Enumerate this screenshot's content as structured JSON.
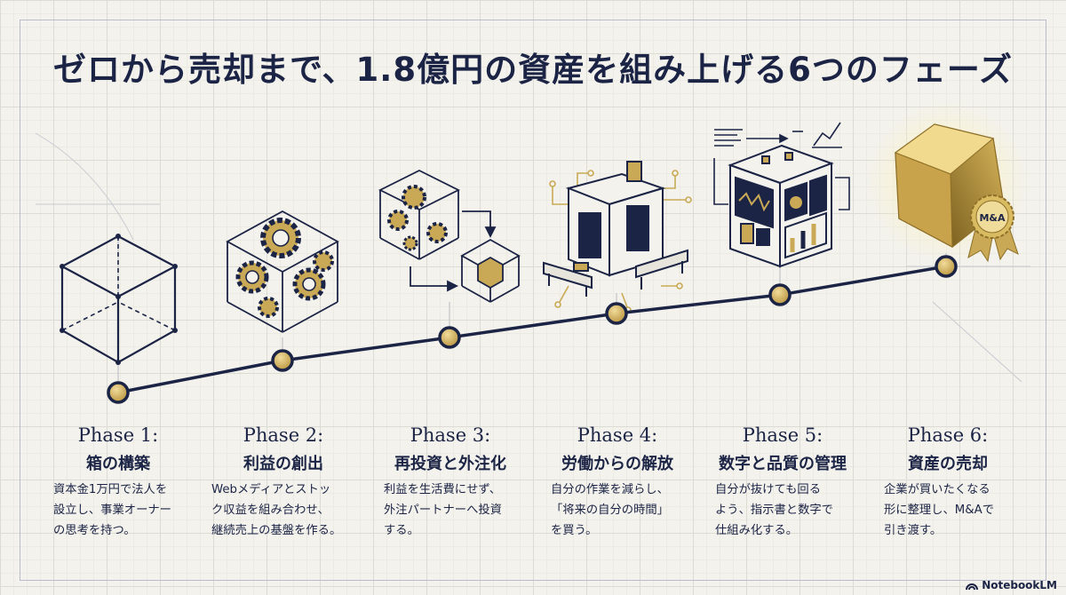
{
  "title": "ゼロから売却まで、1.8億円の資産を組み上げる6つのフェーズ",
  "phases": [
    {
      "label": "Phase 1:",
      "name": "箱の構築",
      "desc": [
        "資本金1万円で法人を",
        "設立し、事業オーナー",
        "の思考を持つ。"
      ],
      "icon": "wireframe-cube-icon"
    },
    {
      "label": "Phase 2:",
      "name": "利益の創出",
      "desc": [
        "Webメディアとストッ",
        "ク収益を組み合わせ、",
        "継続売上の基盤を作る。"
      ],
      "icon": "gears-cube-icon"
    },
    {
      "label": "Phase 3:",
      "name": "再投資と外注化",
      "desc": [
        "利益を生活費にせず、",
        "外注パートナーへ投資",
        "する。"
      ],
      "icon": "cube-to-small-cube-icon"
    },
    {
      "label": "Phase 4:",
      "name": "労働からの解放",
      "desc": [
        "自分の作業を減らし、",
        "「将来の自分の時間」",
        "を買う。"
      ],
      "icon": "automation-machine-icon"
    },
    {
      "label": "Phase 5:",
      "name": "数字と品質の管理",
      "desc": [
        "自分が抜けても回る",
        "よう、指示書と数字で",
        "仕組み化する。"
      ],
      "icon": "dashboard-cube-icon"
    },
    {
      "label": "Phase 6:",
      "name": "資産の売却",
      "desc": [
        "企業が買いたくなる",
        "形に整理し、M&Aで",
        "引き渡す。"
      ],
      "icon": "gold-gem-icon",
      "badge": "M&A"
    }
  ],
  "footer": {
    "brand": "NotebookLM"
  },
  "colors": {
    "navy": "#1c2446",
    "gold": "#c9a955",
    "paper": "#f3f2ec"
  }
}
